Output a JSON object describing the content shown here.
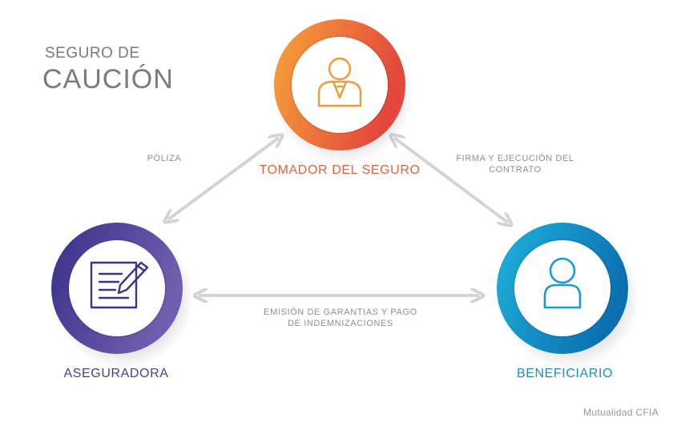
{
  "title": {
    "line1": "SEGURO DE",
    "line2": "CAUCIÓN"
  },
  "nodes": {
    "tomador": {
      "label": "TOMADOR DEL SEGURO",
      "color": "#e8603a",
      "icon": "person-tie-icon"
    },
    "aseguradora": {
      "label": "ASEGURADORA",
      "color": "#4f3d8f",
      "icon": "document-pen-icon"
    },
    "beneficiario": {
      "label": "BENEFICIARIO",
      "color": "#1b8ec8",
      "icon": "person-icon"
    }
  },
  "edges": {
    "poliza": {
      "label": "PÓLIZA"
    },
    "firma": {
      "line1": "FIRMA Y EJECUCIÓN DEL",
      "line2": "CONTRATO"
    },
    "emision": {
      "line1": "EMISIÓN DE GARANTIAS Y PAGO",
      "line2": "DE INDEMNIZACIONES"
    }
  },
  "footer": "Mutualidad CFIA",
  "colors": {
    "arrow": "#d4d4d4",
    "title": "#7b7b7b",
    "orange_start": "#f7a53a",
    "orange_end": "#e2463c",
    "purple_start": "#3b2f8a",
    "purple_end": "#6f5fae",
    "blue_start": "#1fb3dd",
    "blue_end": "#0b6fb0"
  }
}
